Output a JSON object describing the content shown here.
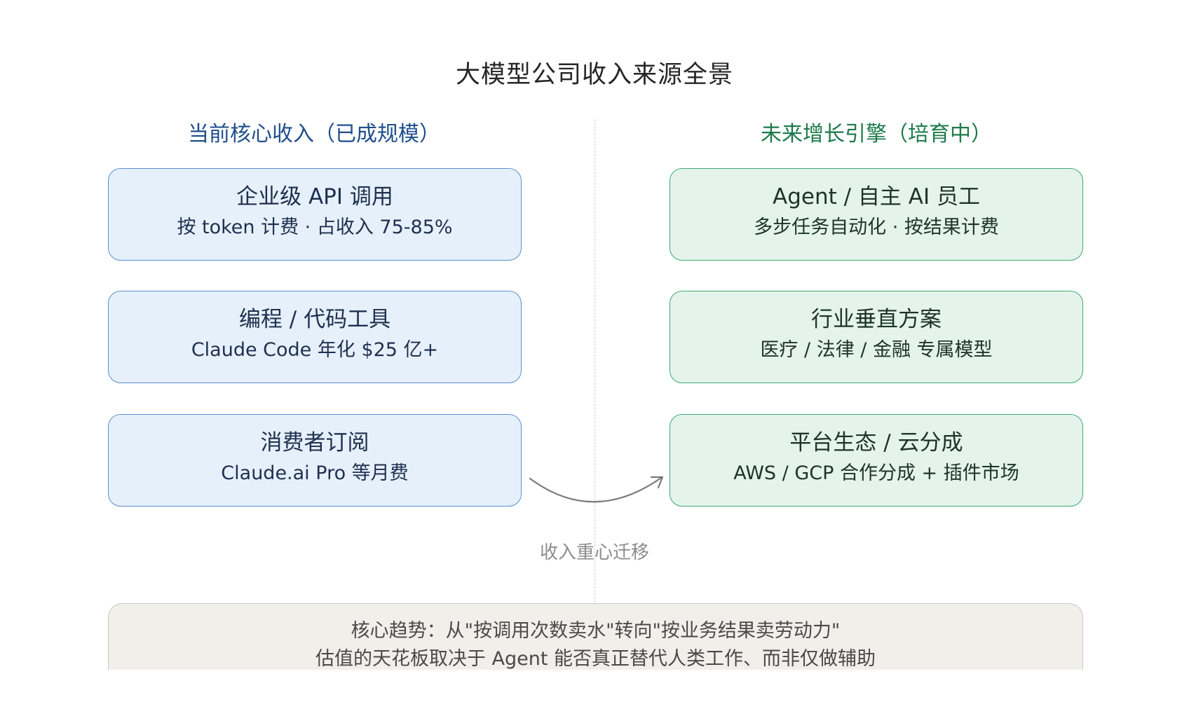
{
  "title": "大模型公司收入来源全景",
  "left_column": {
    "heading": "当前核心收入（已成规模）",
    "cards": [
      {
        "title": "企业级 API 调用",
        "subtitle": "按 token 计费 · 占收入 75-85%"
      },
      {
        "title": "编程 / 代码工具",
        "subtitle": "Claude Code 年化 $25 亿+"
      },
      {
        "title": "消费者订阅",
        "subtitle": "Claude.ai Pro 等月费"
      }
    ]
  },
  "right_column": {
    "heading": "未来增长引擎（培育中）",
    "cards": [
      {
        "title": "Agent / 自主 AI 员工",
        "subtitle": "多步任务自动化 · 按结果计费"
      },
      {
        "title": "行业垂直方案",
        "subtitle": "医疗 / 法律 / 金融 专属模型"
      },
      {
        "title": "平台生态 / 云分成",
        "subtitle": "AWS / GCP 合作分成 + 插件市场"
      }
    ]
  },
  "shift_label": "收入重心迁移",
  "summary": {
    "line1": "核心趋势：从\"按调用次数卖水\"转向\"按业务结果卖劳动力\"",
    "line2": "估值的天花板取决于 Agent 能否真正替代人类工作、而非仅做辅助"
  },
  "colors": {
    "left_accent": "#1f4e8c",
    "left_fill": "#e6f0fa",
    "left_border": "#5b8fd0",
    "right_accent": "#1d7a4a",
    "right_fill": "#e4f4ec",
    "right_border": "#3ea874",
    "summary_fill": "#f1efea",
    "arrow": "#7a7a7a"
  }
}
